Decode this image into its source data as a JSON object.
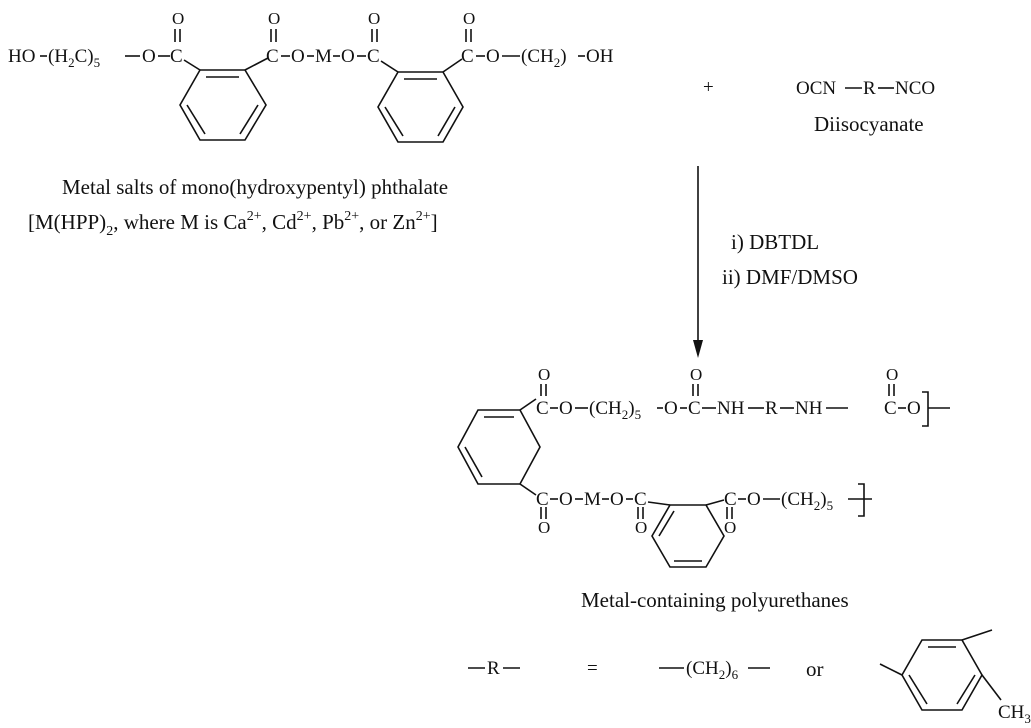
{
  "reactant_salt": {
    "pre_left": "HO",
    "paren_h2c": "(H",
    "sub_2a": "2",
    "c_paren": "C)",
    "sub_5a": "5",
    "o_a": "O",
    "c_a": "C",
    "c_b": "C",
    "o_b": "O",
    "m": "M",
    "o_c": "O",
    "c_c": "C",
    "c_d": "C",
    "o_d": "O",
    "ch2_tail": "(CH",
    "sub_2b": "2",
    "tail_oh": ")",
    "oh": "OH",
    "carbonyl_o": "O",
    "name_line1": "Metal salts of mono(hydroxypentyl) phthalate",
    "name_line2_a": "[M(HPP)",
    "name_line2_sub": "2",
    "name_line2_b": ", where M is Ca",
    "ca_sup": "2+",
    "name_line2_c": ", Cd",
    "cd_sup": "2+",
    "name_line2_d": ", Pb",
    "pb_sup": "2+",
    "name_line2_e": ", or Zn",
    "zn_sup": "2+",
    "name_line2_f": "]"
  },
  "plus": "+",
  "diisocyanate": {
    "ocn": "OCN",
    "r": "R",
    "nco": "NCO",
    "label": "Diisocyanate"
  },
  "conditions": {
    "step1": "i) DBTDL",
    "step2": "ii) DMF/DMSO"
  },
  "product": {
    "c1": "C",
    "o1": "O",
    "ch2_1": "(CH",
    "sub_2": "2",
    "ch2_1b": ")",
    "sub_5": "5",
    "o2": "O",
    "c2": "C",
    "nh1": "NH",
    "r": "R",
    "nh2": "NH",
    "c3": "C",
    "o3": "O",
    "c4": "C",
    "o4": "O",
    "m": "M",
    "o5": "O",
    "c5": "C",
    "c6": "C",
    "o6": "O",
    "ch2_2": "(CH",
    "sub_2c": "2",
    "ch2_2b": ")",
    "sub_5c": "5",
    "carbonyl_o": "O",
    "label": "Metal-containing polyurethanes"
  },
  "r_definition": {
    "r": "R",
    "equals": "=",
    "ch2_6": "(CH",
    "sub_2": "2",
    "ch2_6b": ")",
    "sub_6": "6",
    "or": "or",
    "ch3": "CH",
    "ch3_sub": "3"
  }
}
